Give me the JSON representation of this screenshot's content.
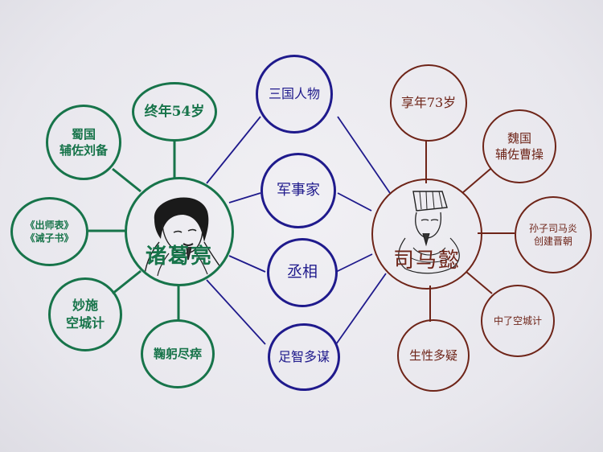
{
  "diagram": {
    "type": "double-bubble-map",
    "colors": {
      "left": "#17744a",
      "shared": "#1f1a8c",
      "right": "#6e2418",
      "background": "#ebeaef"
    },
    "left_hub": {
      "name": "诸葛亮",
      "portrait_icon": "zhuge-liang-portrait"
    },
    "right_hub": {
      "name": "司马懿",
      "portrait_icon": "sima-yi-portrait"
    },
    "left_attributes": [
      {
        "line1": "终年54岁",
        "line2": ""
      },
      {
        "line1": "蜀国",
        "line2": "辅佐刘备"
      },
      {
        "line1": "《出师表》",
        "line2": "《诫子书》"
      },
      {
        "line1": "妙施",
        "line2": "空城计"
      },
      {
        "line1": "鞠躬尽瘁",
        "line2": ""
      }
    ],
    "shared_attributes": [
      {
        "label": "三国人物"
      },
      {
        "label": "军事家"
      },
      {
        "label": "丞相"
      },
      {
        "label": "足智多谋"
      }
    ],
    "right_attributes": [
      {
        "line1": "享年73岁",
        "line2": ""
      },
      {
        "line1": "魏国",
        "line2": "辅佐曹操"
      },
      {
        "line1": "孙子司马炎",
        "line2": "创建晋朝"
      },
      {
        "line1": "中了空城计",
        "line2": ""
      },
      {
        "line1": "生性多疑",
        "line2": ""
      }
    ]
  }
}
